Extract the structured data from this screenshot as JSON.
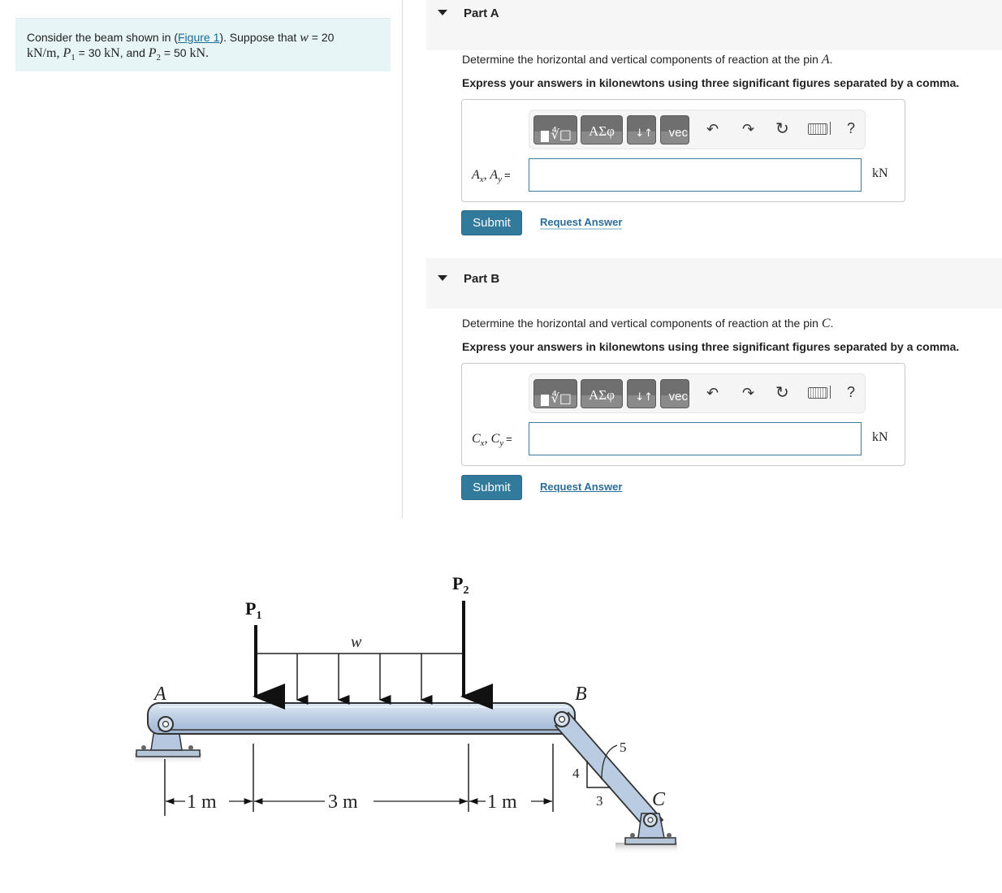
{
  "problem": {
    "prefix": "Consider the beam shown in (",
    "figure_link": "Figure 1",
    "suffix": "). Suppose that ",
    "w_sym": "w",
    "w_eq": " = 20",
    "w_unit": "kN/m, ",
    "p1_sym": "P",
    "p1_sub": "1",
    "p1_eq": " = 30 ",
    "p1_unit": "kN",
    "and": ", and ",
    "p2_sym": "P",
    "p2_sub": "2",
    "p2_eq": " = 50 ",
    "p2_unit": "kN."
  },
  "parts": [
    {
      "title": "Part A",
      "question_prefix": "Determine the horizontal and vertical components of reaction at the pin ",
      "question_var": "A",
      "question_suffix": ".",
      "instruction": "Express your answers in kilonewtons using three significant figures separated by a comma.",
      "answer_label": "A",
      "answer_label_sub1": "x",
      "answer_label_mid": ", A",
      "answer_label_sub2": "y",
      "answer_label_eq": "=",
      "answer_value": "",
      "unit": "kN",
      "submit_label": "Submit",
      "request_label": "Request Answer"
    },
    {
      "title": "Part B",
      "question_prefix": "Determine the horizontal and vertical components of reaction at the pin ",
      "question_var": "C",
      "question_suffix": ".",
      "instruction": "Express your answers in kilonewtons using three significant figures separated by a comma.",
      "answer_label": "C",
      "answer_label_sub1": "x",
      "answer_label_mid": ", C",
      "answer_label_sub2": "y",
      "answer_label_eq": "=",
      "answer_value": "",
      "unit": "kN",
      "submit_label": "Submit",
      "request_label": "Request Answer"
    }
  ],
  "toolbar": {
    "templates_glyph": "∜□",
    "greek_label": "ΑΣφ",
    "arrows_glyph": "↓↑",
    "vec_label": "vec",
    "undo_glyph": "↶",
    "redo_glyph": "↷",
    "reset_glyph": "↻",
    "help_label": "?"
  },
  "figure": {
    "label_A": "A",
    "label_B": "B",
    "label_C": "C",
    "label_P1": "P",
    "label_P1_sub": "1",
    "label_P2": "P",
    "label_P2_sub": "2",
    "label_w": "w",
    "dim1": "1 m",
    "dim2": "3 m",
    "dim3": "1 m",
    "slope_rise": "4",
    "slope_run": "3",
    "slope_hyp": "5"
  }
}
